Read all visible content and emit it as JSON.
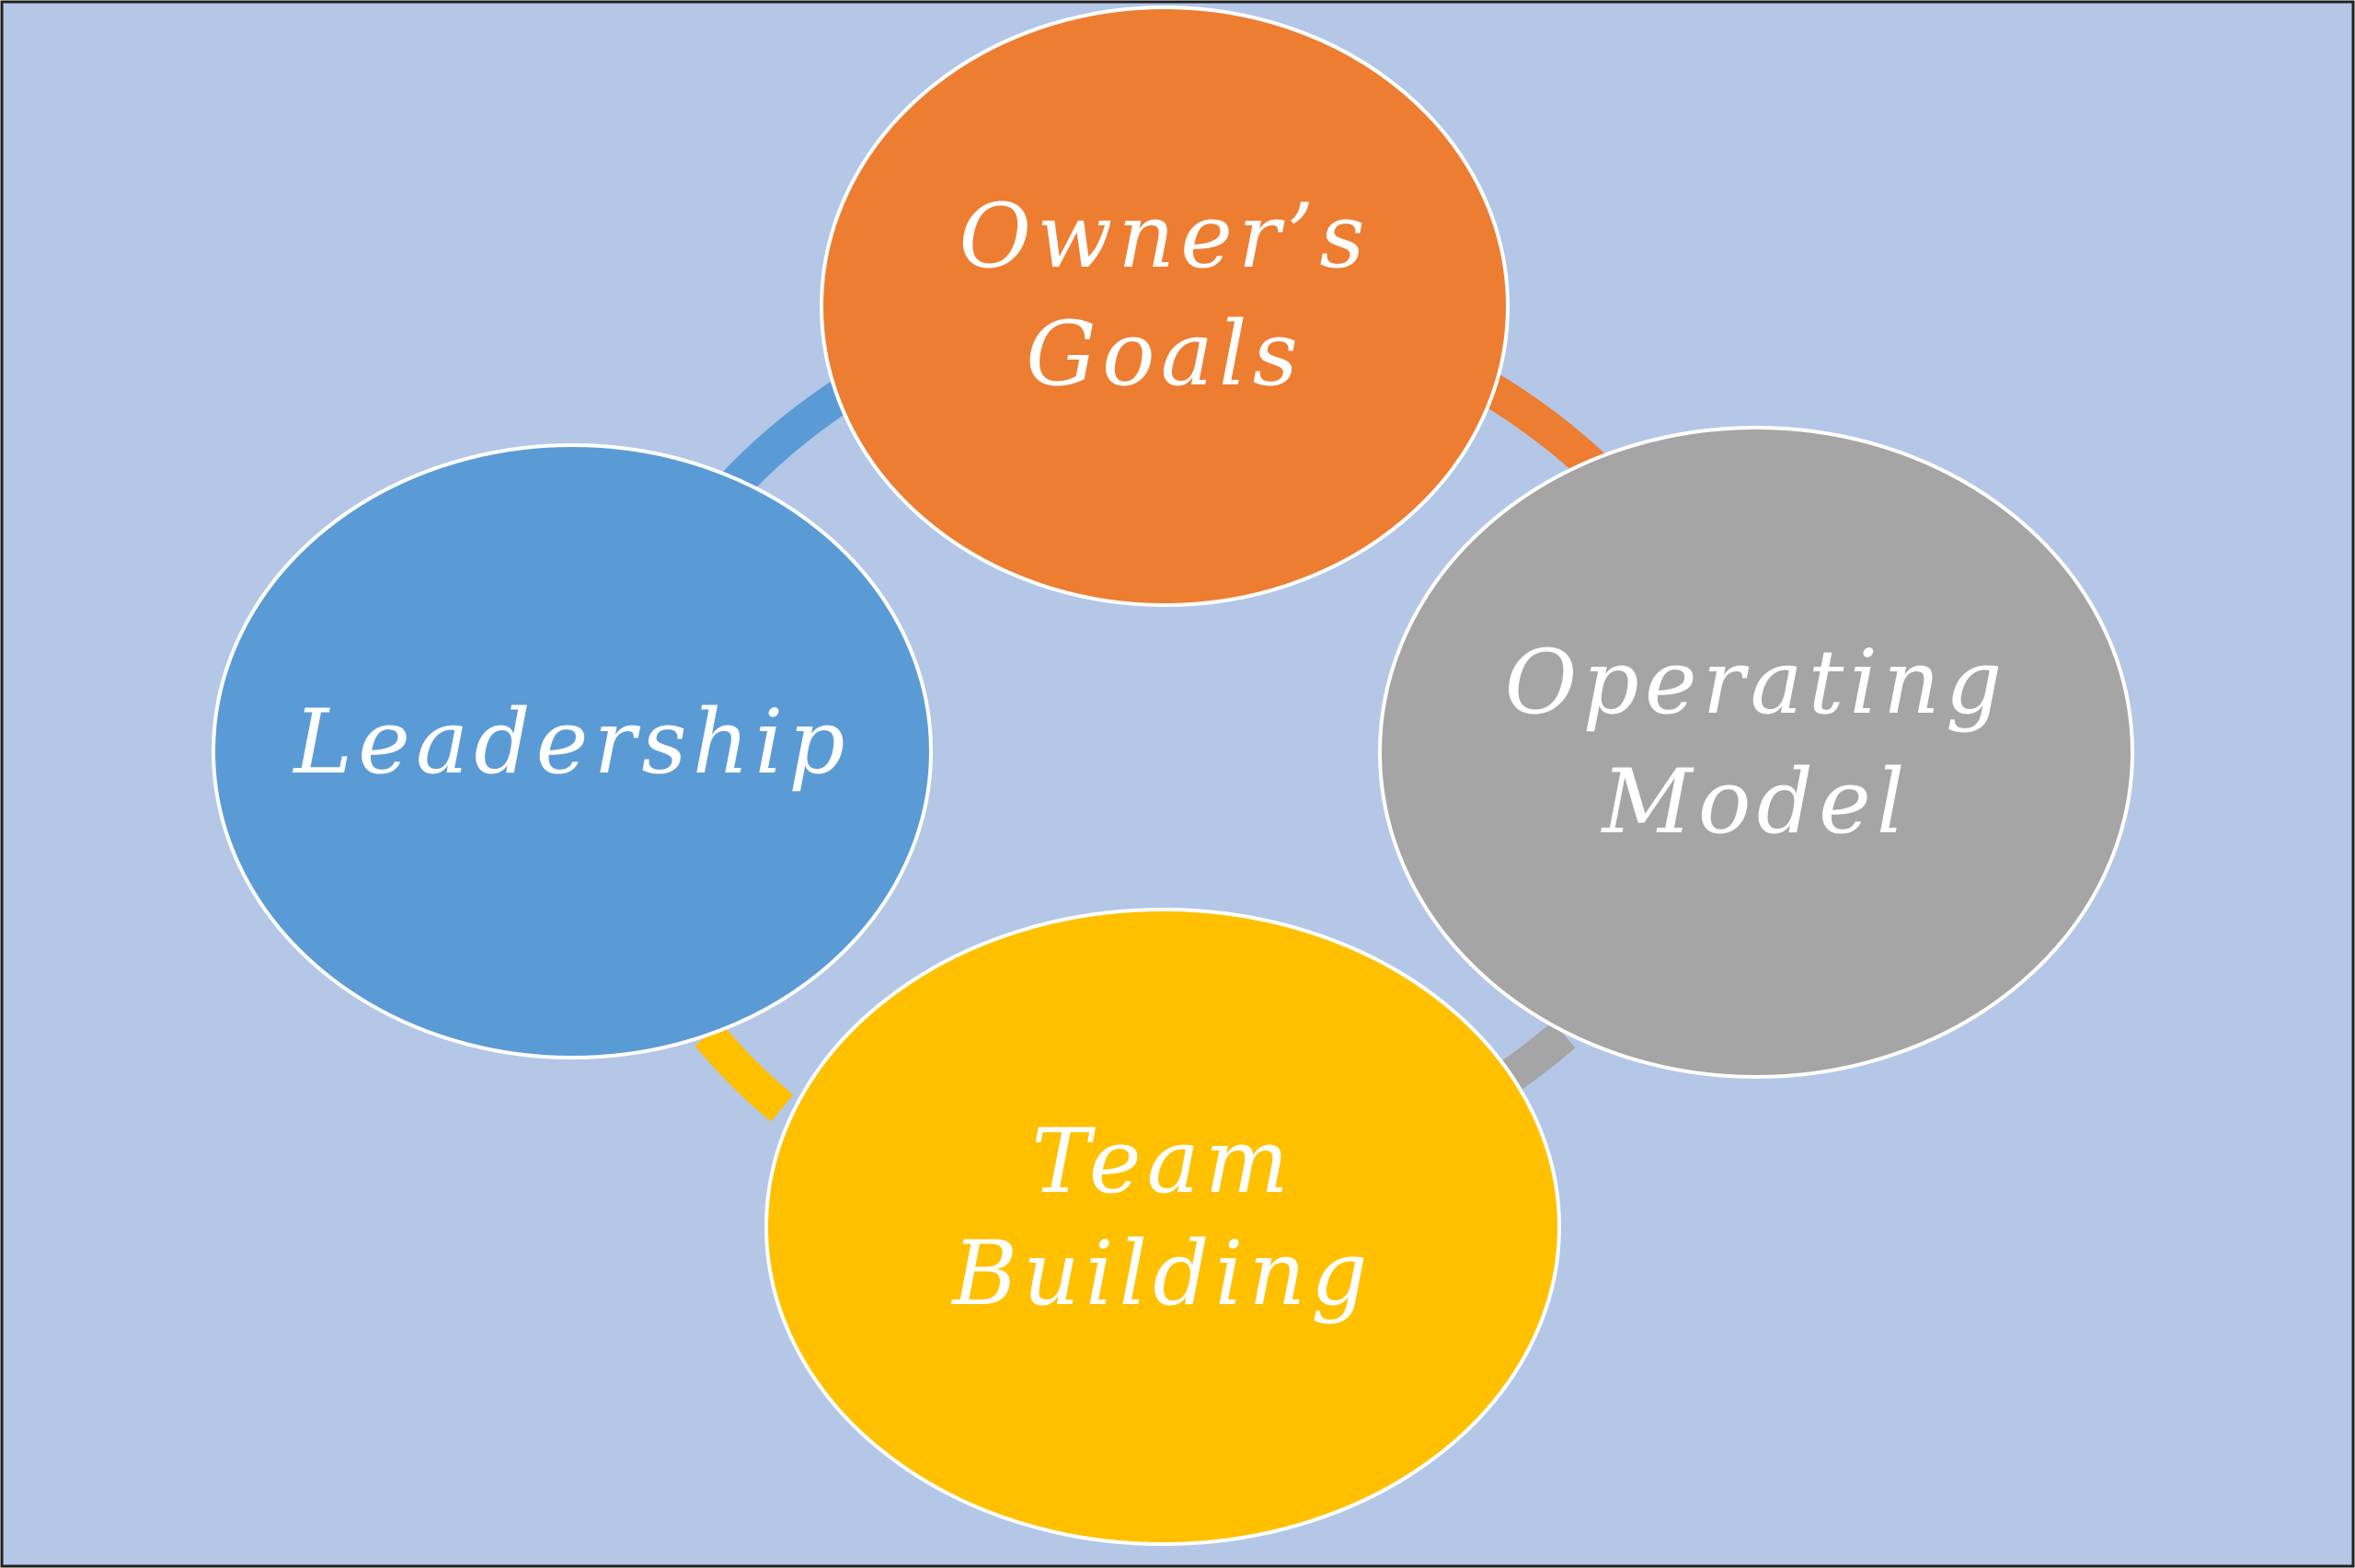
{
  "diagram": {
    "colors": {
      "background": "#b4c7e7",
      "frame": "#1f1f1f",
      "node_outline": "#ffffff",
      "text": "#ffffff"
    },
    "nodes": [
      {
        "id": "owners-goals",
        "lines": [
          "Owner’s",
          "Goals"
        ],
        "color": "#ed7d31"
      },
      {
        "id": "operating-model",
        "lines": [
          "Operating",
          "Model"
        ],
        "color": "#a5a5a5"
      },
      {
        "id": "team-building",
        "lines": [
          "Team",
          "Building"
        ],
        "color": "#ffc000"
      },
      {
        "id": "leadership",
        "lines": [
          "Leadership"
        ],
        "color": "#5b9bd5"
      }
    ],
    "cycle_arcs": [
      {
        "from": "leadership",
        "to": "owners-goals",
        "color": "#5b9bd5"
      },
      {
        "from": "owners-goals",
        "to": "operating-model",
        "color": "#ed7d31"
      },
      {
        "from": "operating-model",
        "to": "team-building",
        "color": "#a5a5a5"
      },
      {
        "from": "team-building",
        "to": "leadership",
        "color": "#ffc000"
      }
    ]
  }
}
